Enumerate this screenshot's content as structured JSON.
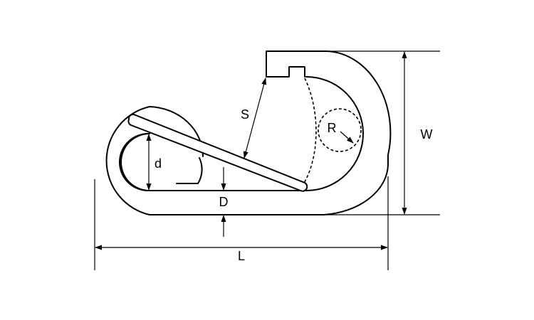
{
  "labels": {
    "s": "S",
    "r": "R",
    "w": "W",
    "d_small": "d",
    "d_big": "D",
    "l": "L"
  }
}
